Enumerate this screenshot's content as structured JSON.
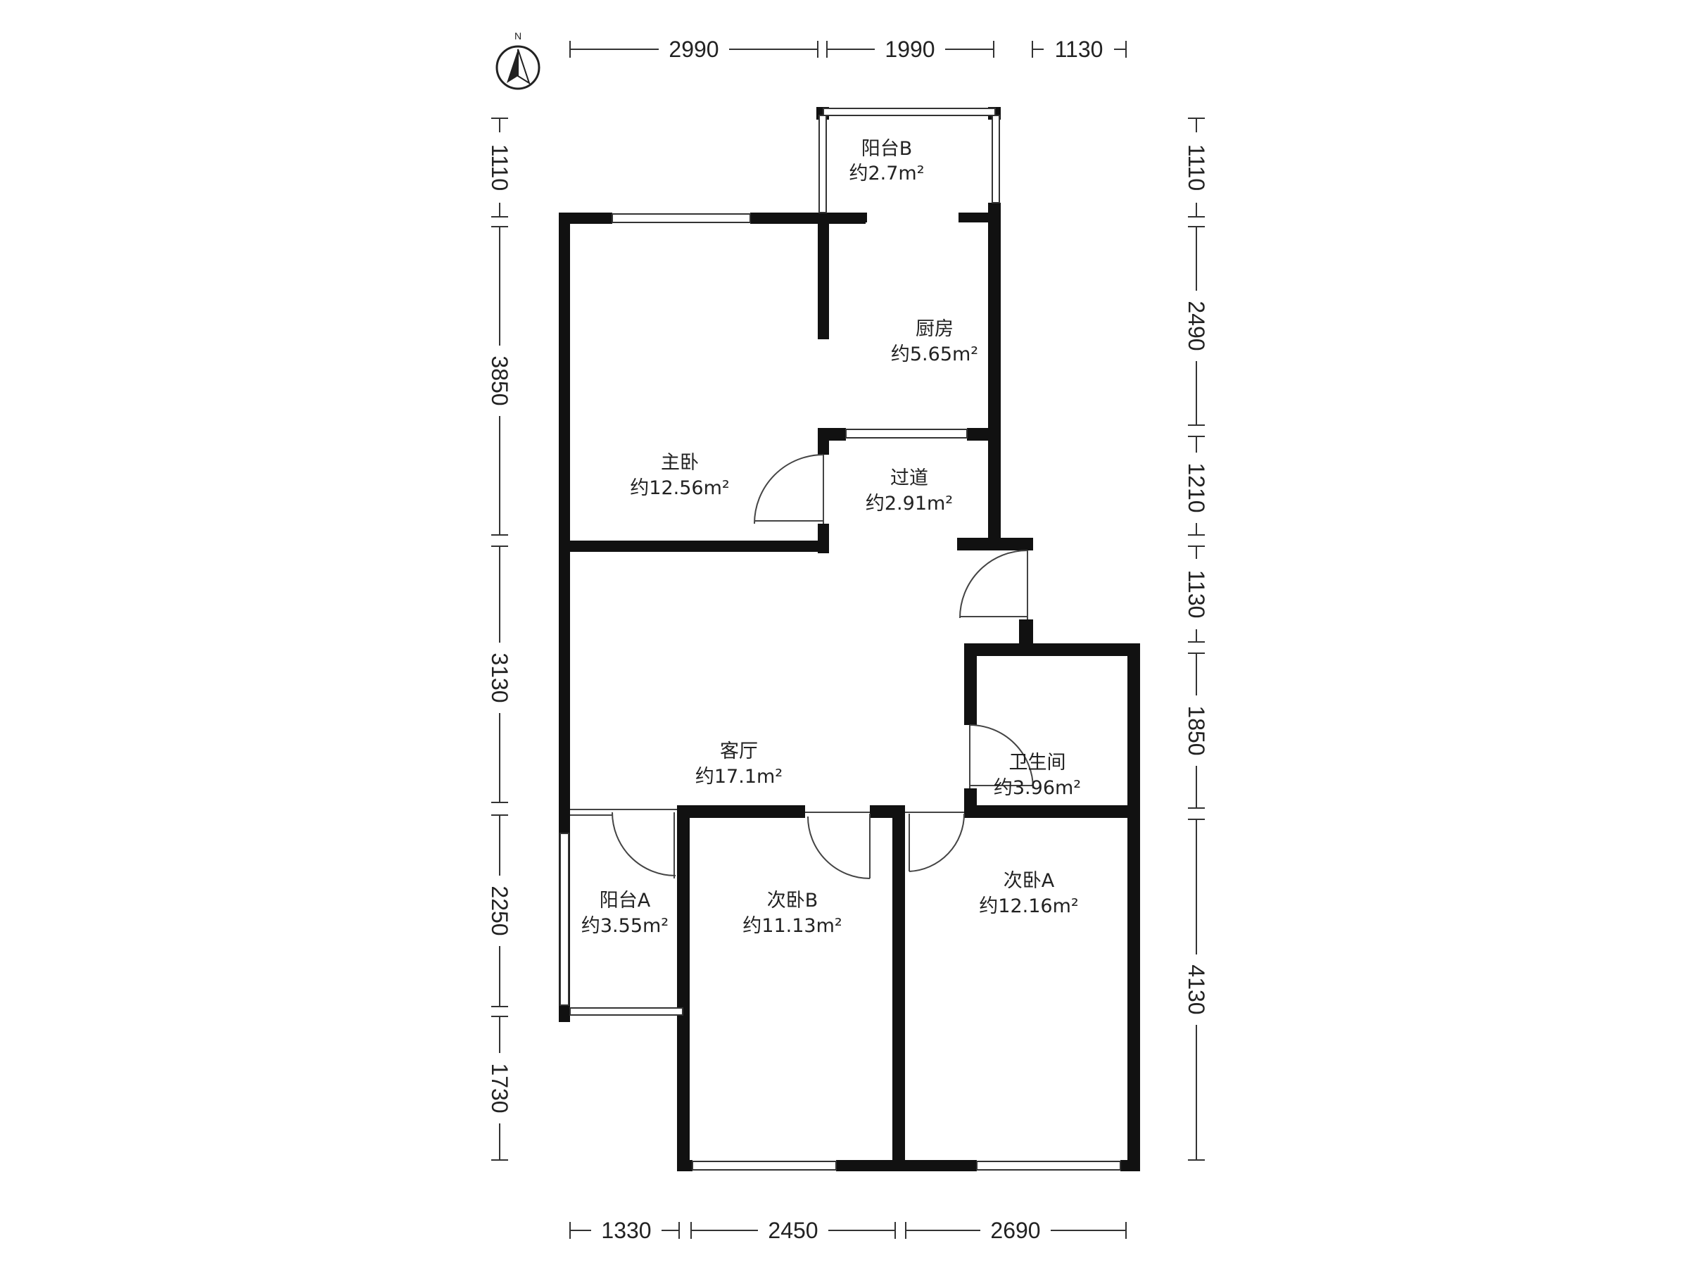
{
  "compass": {
    "label": "N",
    "icon": "north-arrow-icon"
  },
  "rooms": {
    "balcony_b": {
      "name": "阳台B",
      "area": "约2.7m²"
    },
    "kitchen": {
      "name": "厨房",
      "area": "约5.65m²"
    },
    "master_bedroom": {
      "name": "主卧",
      "area": "约12.56m²"
    },
    "hallway": {
      "name": "过道",
      "area": "约2.91m²"
    },
    "living_room": {
      "name": "客厅",
      "area": "约17.1m²"
    },
    "bathroom": {
      "name": "卫生间",
      "area": "约3.96m²"
    },
    "balcony_a": {
      "name": "阳台A",
      "area": "约3.55m²"
    },
    "second_bedroom_b": {
      "name": "次卧B",
      "area": "约11.13m²"
    },
    "second_bedroom_a": {
      "name": "次卧A",
      "area": "约12.16m²"
    }
  },
  "dimensions": {
    "top": [
      "2990",
      "1990",
      "1130"
    ],
    "bottom": [
      "1330",
      "2450",
      "2690"
    ],
    "left": [
      "1110",
      "3850",
      "3130",
      "2250",
      "1730"
    ],
    "right": [
      "1110",
      "2490",
      "1210",
      "1130",
      "1850",
      "4130"
    ]
  }
}
